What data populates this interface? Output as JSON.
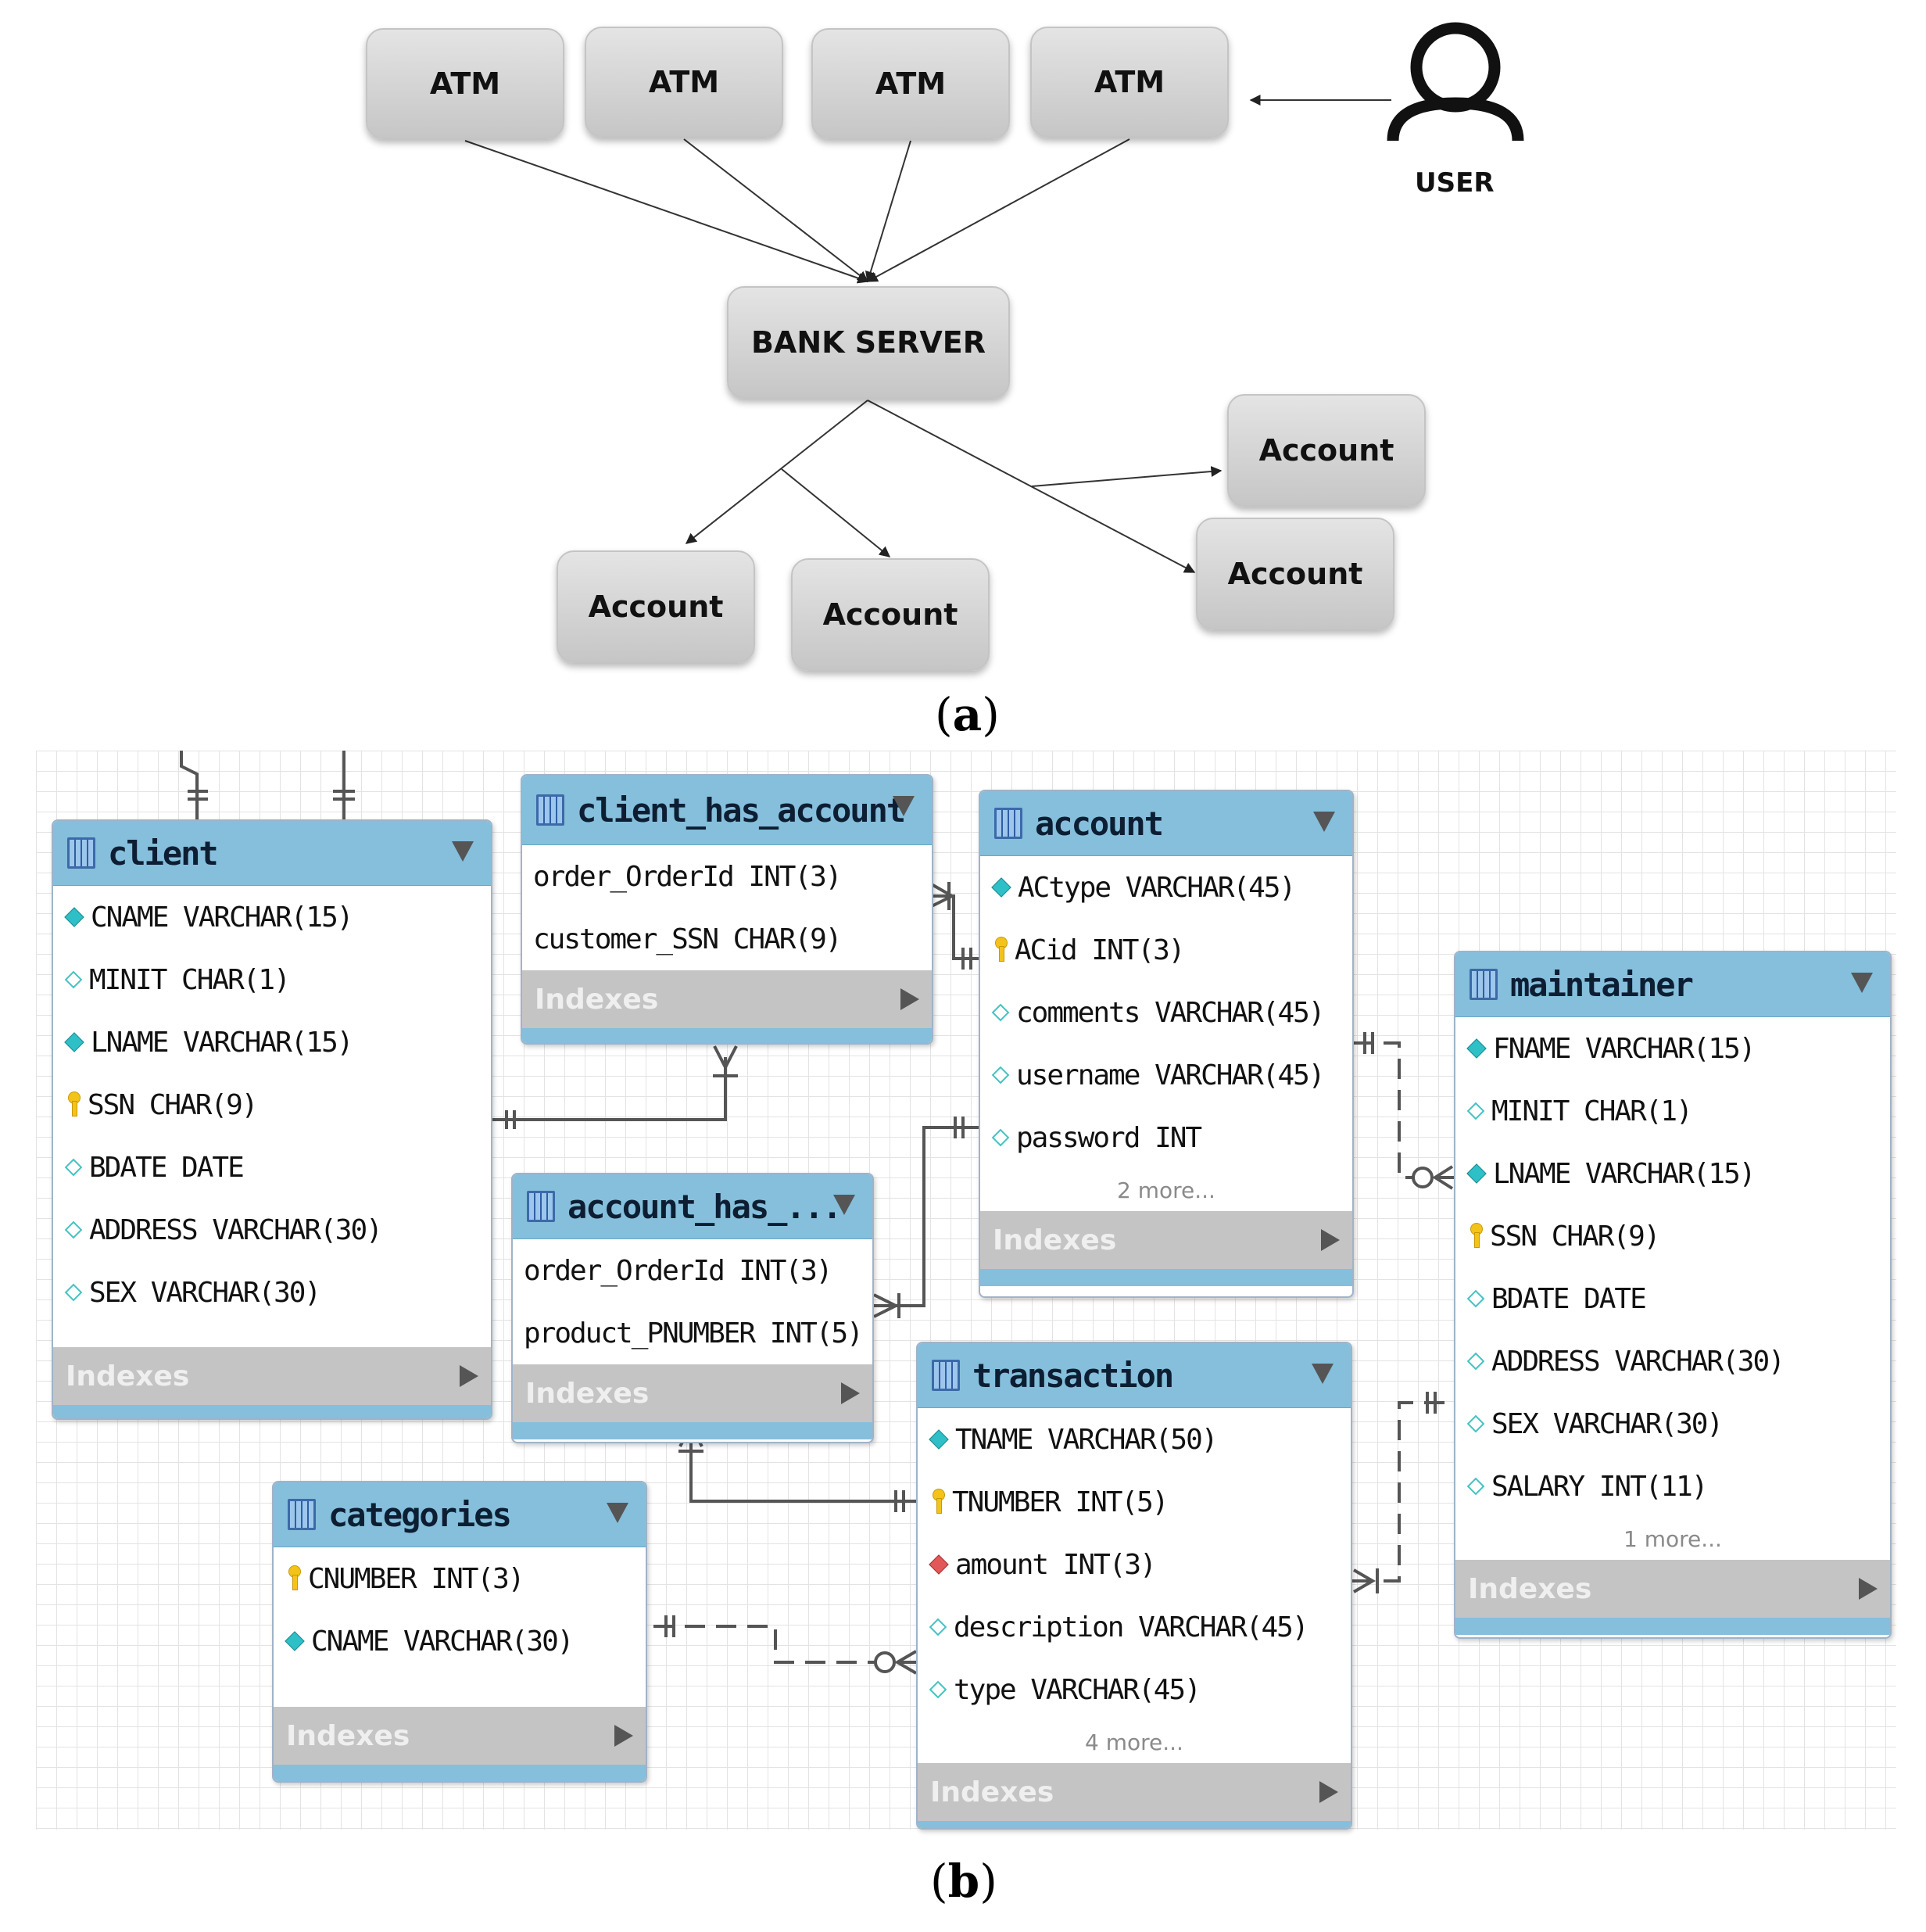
{
  "diagram_a": {
    "atm_label": "ATM",
    "user_label": "USER",
    "server_label": "BANK SERVER",
    "account_label": "Account",
    "caption": "a"
  },
  "diagram_b": {
    "caption": "b",
    "indexes_label": "Indexes",
    "tables": {
      "client": {
        "title": "client",
        "columns": [
          {
            "icon": "filled-diamond-icon",
            "text": "CNAME VARCHAR(15)"
          },
          {
            "icon": "open-diamond-icon",
            "text": "MINIT CHAR(1)"
          },
          {
            "icon": "filled-diamond-icon",
            "text": "LNAME VARCHAR(15)"
          },
          {
            "icon": "primary-key-icon",
            "text": "SSN CHAR(9)"
          },
          {
            "icon": "open-diamond-icon",
            "text": "BDATE DATE"
          },
          {
            "icon": "open-diamond-icon",
            "text": "ADDRESS VARCHAR(30)"
          },
          {
            "icon": "open-diamond-icon",
            "text": "SEX VARCHAR(30)"
          }
        ],
        "more": ""
      },
      "client_has_account": {
        "title": "client_has_account",
        "columns": [
          {
            "icon": "",
            "text": "order_OrderId INT(3)"
          },
          {
            "icon": "",
            "text": "customer_SSN CHAR(9)"
          }
        ],
        "more": ""
      },
      "account": {
        "title": "account",
        "columns": [
          {
            "icon": "filled-diamond-icon",
            "text": "ACtype VARCHAR(45)"
          },
          {
            "icon": "primary-key-icon",
            "text": "ACid INT(3)"
          },
          {
            "icon": "open-diamond-icon",
            "text": "comments VARCHAR(45)"
          },
          {
            "icon": "open-diamond-icon",
            "text": "username VARCHAR(45)"
          },
          {
            "icon": "open-diamond-icon",
            "text": "password INT"
          }
        ],
        "more": "2 more..."
      },
      "account_has": {
        "title": "account_has_...",
        "columns": [
          {
            "icon": "",
            "text": "order_OrderId INT(3)"
          },
          {
            "icon": "",
            "text": "product_PNUMBER INT(5)"
          }
        ],
        "more": ""
      },
      "maintainer": {
        "title": "maintainer",
        "columns": [
          {
            "icon": "filled-diamond-icon",
            "text": "FNAME VARCHAR(15)"
          },
          {
            "icon": "open-diamond-icon",
            "text": "MINIT CHAR(1)"
          },
          {
            "icon": "filled-diamond-icon",
            "text": "LNAME VARCHAR(15)"
          },
          {
            "icon": "primary-key-icon",
            "text": "SSN CHAR(9)"
          },
          {
            "icon": "open-diamond-icon",
            "text": "BDATE DATE"
          },
          {
            "icon": "open-diamond-icon",
            "text": "ADDRESS VARCHAR(30)"
          },
          {
            "icon": "open-diamond-icon",
            "text": "SEX VARCHAR(30)"
          },
          {
            "icon": "open-diamond-icon",
            "text": "SALARY INT(11)"
          }
        ],
        "more": "1 more..."
      },
      "transaction": {
        "title": "transaction",
        "columns": [
          {
            "icon": "filled-diamond-icon",
            "text": "TNAME VARCHAR(50)"
          },
          {
            "icon": "primary-key-icon",
            "text": "TNUMBER INT(5)"
          },
          {
            "icon": "red-diamond-icon",
            "text": "amount INT(3)"
          },
          {
            "icon": "open-diamond-icon",
            "text": "description VARCHAR(45)"
          },
          {
            "icon": "open-diamond-icon",
            "text": "type VARCHAR(45)"
          }
        ],
        "more": "4 more..."
      },
      "categories": {
        "title": "categories",
        "columns": [
          {
            "icon": "primary-key-icon",
            "text": "CNUMBER INT(3)"
          },
          {
            "icon": "filled-diamond-icon",
            "text": "CNAME VARCHAR(30)"
          }
        ],
        "more": ""
      }
    }
  },
  "colors": {
    "node_fill": "#d2d2d2",
    "table_header": "#85bfdc",
    "indexes_bar": "#c4c4c4",
    "connector": "#555555"
  }
}
